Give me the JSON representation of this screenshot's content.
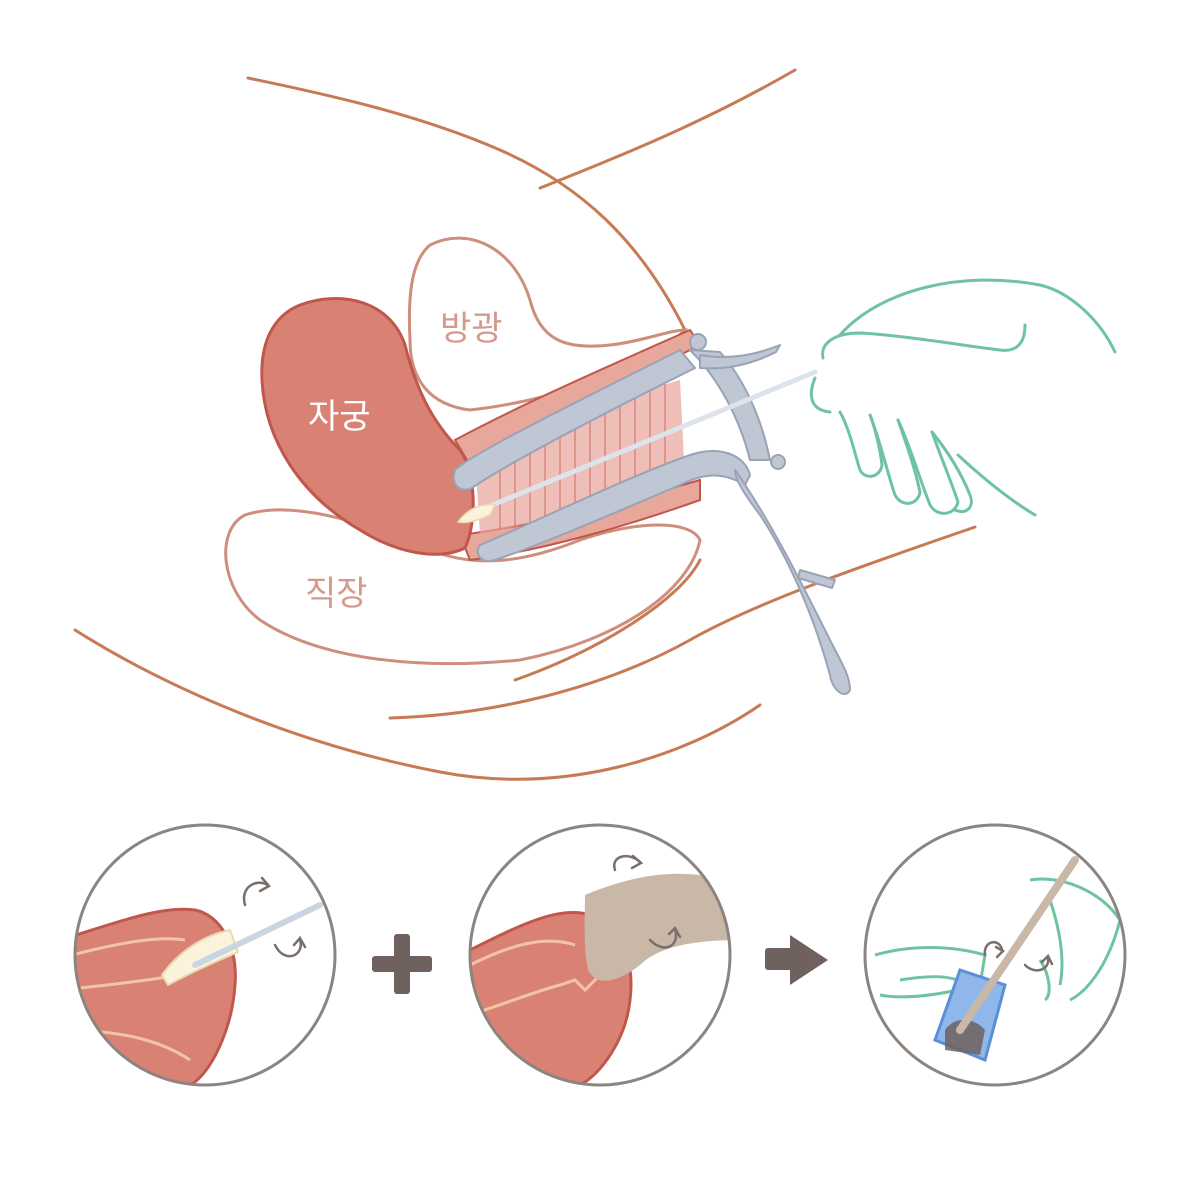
{
  "labels": {
    "uterus": "자궁",
    "bladder": "방광",
    "rectum": "직장"
  },
  "colors": {
    "outline": "#c77b55",
    "organ_outline": "#cf8e7c",
    "uterus_fill": "#d98274",
    "uterus_dark": "#c1574c",
    "label_light": "#ffffff",
    "label_muted": "#d49a8c",
    "speculum": "#bfc6d4",
    "speculum_dark": "#9aa3b6",
    "glove": "#6fc3a2",
    "circle": "#8c847e",
    "operator": "#6f625e",
    "brush": "#c9b8a8",
    "vial": "#5b8fd6"
  },
  "steps": [
    {
      "name": "step-spatula-scrape",
      "icon": "spatula-rotate-icon"
    },
    {
      "name": "step-brush-rotate",
      "icon": "brush-rotate-icon"
    },
    {
      "name": "step-vial-transfer",
      "icon": "vial-swirl-icon"
    }
  ],
  "operators": [
    {
      "name": "plus-sign",
      "icon": "plus-icon"
    },
    {
      "name": "arrow-right",
      "icon": "arrow-right-icon"
    }
  ]
}
